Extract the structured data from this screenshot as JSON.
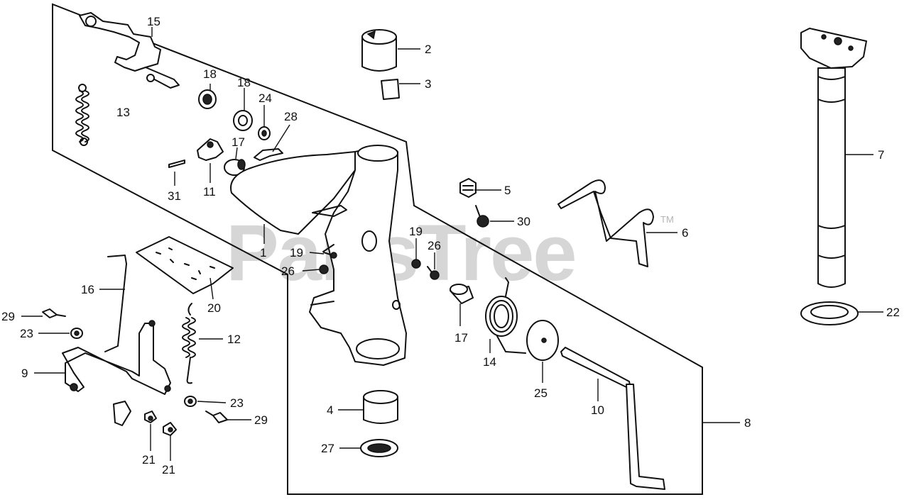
{
  "watermark": {
    "text": "PartsTree",
    "trademark": "TM"
  },
  "callouts": {
    "c1": "1",
    "c2": "2",
    "c3": "3",
    "c4": "4",
    "c5": "5",
    "c6": "6",
    "c7": "7",
    "c8": "8",
    "c9": "9",
    "c10": "10",
    "c11": "11",
    "c12": "12",
    "c13": "13",
    "c14": "14",
    "c15": "15",
    "c16": "16",
    "c17a": "17",
    "c17b": "17",
    "c18a": "18",
    "c18b": "18",
    "c19a": "19",
    "c19b": "19",
    "c20": "20",
    "c21a": "21",
    "c21b": "21",
    "c22": "22",
    "c23a": "23",
    "c23b": "23",
    "c24": "24",
    "c25": "25",
    "c26a": "26",
    "c26b": "26",
    "c27": "27",
    "c28": "28",
    "c29a": "29",
    "c29b": "29",
    "c30": "30",
    "c31": "31"
  }
}
